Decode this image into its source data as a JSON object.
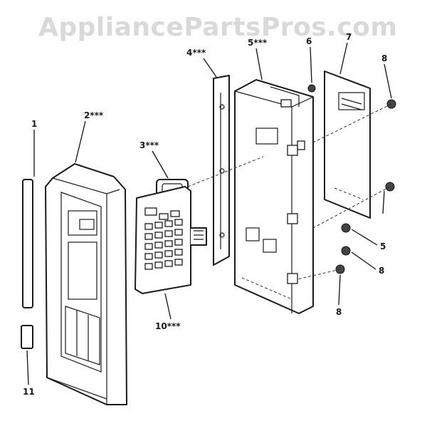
{
  "watermark": "AppliancePartsPros.com",
  "labels": {
    "l1": "1",
    "l2": "2***",
    "l3": "3***",
    "l4": "4***",
    "l5a": "5***",
    "l5b": "5",
    "l6": "6",
    "l7": "7",
    "l8a": "8",
    "l8b": "8",
    "l8c": "8",
    "l10": "10***",
    "l11": "11"
  }
}
